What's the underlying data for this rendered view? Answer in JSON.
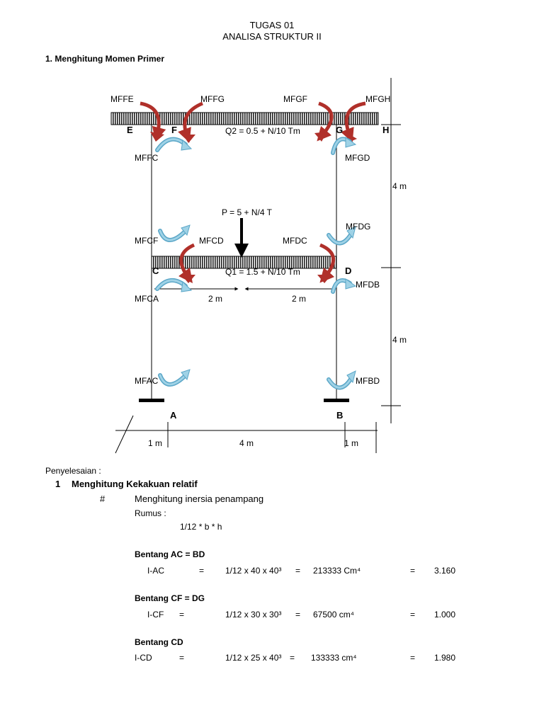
{
  "header": {
    "line1": "TUGAS 01",
    "line2": "ANALISA STRUKTUR II"
  },
  "section1_title": "1. Menghitung Momen Primer",
  "diagram": {
    "moment_labels": {
      "mffe": "MFFE",
      "mffg": "MFFG",
      "mfgf": "MFGF",
      "mfgh": "MFGH",
      "mffc": "MFFC",
      "mfgd": "MFGD",
      "mfcf": "MFCF",
      "mfcd": "MFCD",
      "mfdc": "MFDC",
      "mfdg": "MFDG",
      "mfca": "MFCA",
      "mfdb": "MFDB",
      "mfac": "MFAC",
      "mfbd": "MFBD"
    },
    "nodes": {
      "e": "E",
      "f": "F",
      "g": "G",
      "h": "H",
      "c": "C",
      "d": "D",
      "a": "A",
      "b": "B"
    },
    "loads": {
      "q2": "Q2 = 0.5 + N/10 Tm",
      "q1": "Q1 = 1.5 + N/10 Tm",
      "p": "P = 5 + N/4 T"
    },
    "dims": {
      "height_top": "4 m",
      "height_bottom": "4 m",
      "half_left": "2 m",
      "half_right": "2 m",
      "bay_left": "1 m",
      "bay_mid": "4 m",
      "bay_right": "1 m"
    },
    "colors": {
      "red_arrow": "#b0302a",
      "blue_arrow": "#9fd2e6",
      "blue_stroke": "#5aa6c7"
    }
  },
  "solution": {
    "heading": "Penyelesaian :",
    "step_num": "1",
    "step_title": "Menghitung Kekakuan relatif",
    "bullet": "#",
    "bullet_text": "Menghitung inersia penampang",
    "rumus_label": "Rumus :",
    "formula": "1/12 * b * h",
    "rows": [
      {
        "section": "Bentang AC = BD",
        "name": "I-AC",
        "eq1": "=",
        "expr": "1/12 x 40 x 40³",
        "eq2": "=",
        "value": "213333 Cm⁴",
        "eq3": "=",
        "ratio": "3.160"
      },
      {
        "section": "Bentang CF = DG",
        "name": "I-CF",
        "eq1": "=",
        "expr": "1/12 x 30 x 30³",
        "eq2": "=",
        "value": "67500   cm⁴",
        "eq3": "=",
        "ratio": "1.000"
      },
      {
        "section": "Bentang CD",
        "name": "I-CD",
        "eq1": "=",
        "expr": "1/12 x 25 x 40³",
        "eq2": "=",
        "value": "133333  cm⁴",
        "eq3": "=",
        "ratio": "1.980"
      }
    ]
  }
}
